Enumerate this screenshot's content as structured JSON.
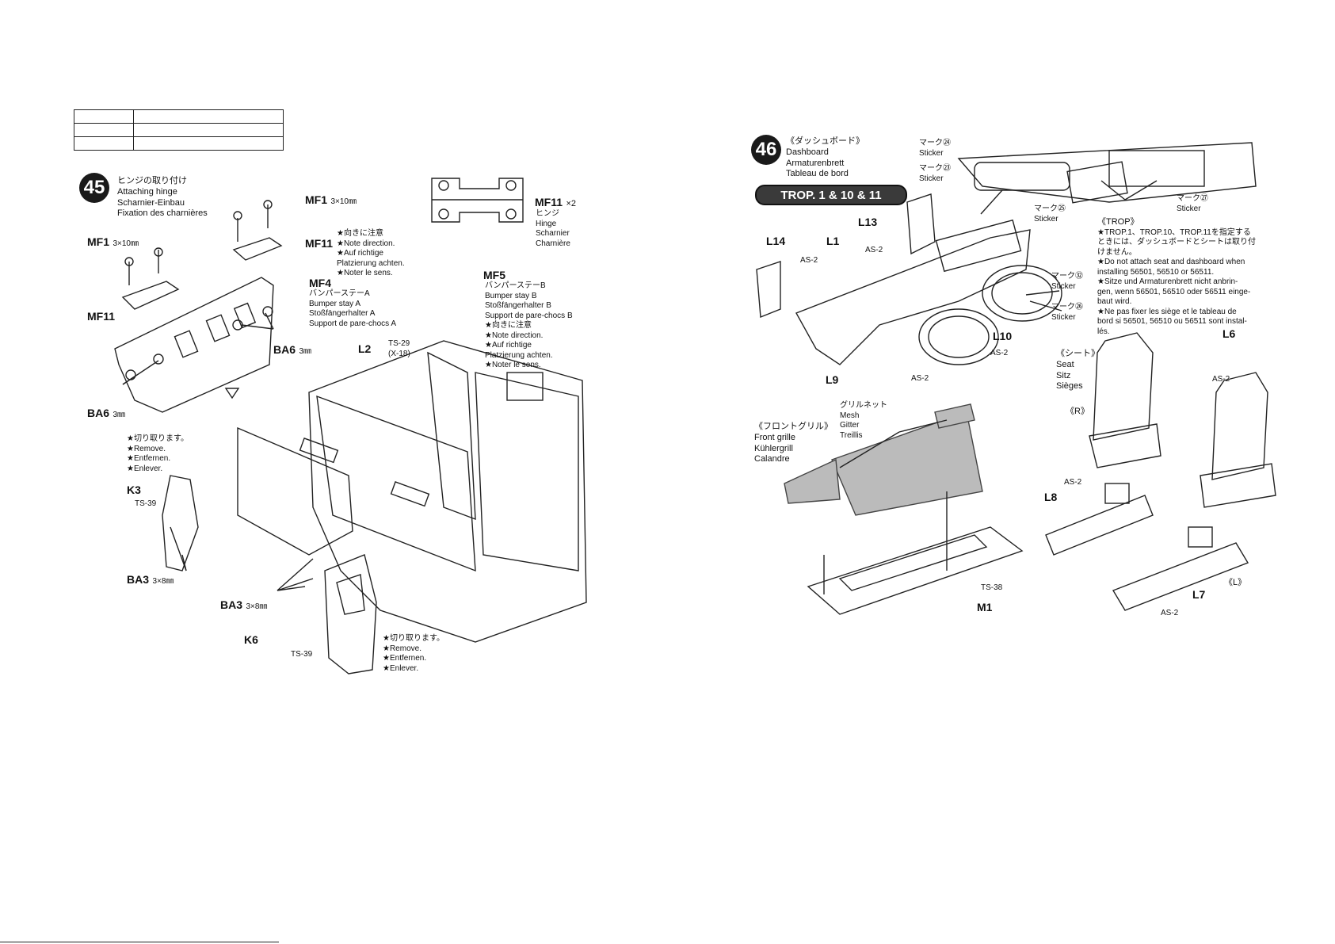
{
  "header_table": {
    "rows": 3
  },
  "step45": {
    "number": "45",
    "titles": [
      "ヒンジの取り付け",
      "Attaching hinge",
      "Scharnier-Einbau",
      "Fixation des charnières"
    ],
    "mf1_top": {
      "part": "MF1",
      "size": "3×10㎜"
    },
    "mf1_left": {
      "part": "MF1",
      "size": "3×10㎜"
    },
    "mf11_left": "MF11",
    "mf11_mid": "MF11",
    "note_direction": [
      "★向きに注意",
      "★Note direction.",
      "★Auf richtige",
      "Platzierung achten.",
      "★Noter le sens."
    ],
    "mf4": {
      "part": "MF4",
      "lines": [
        "バンパーステーA",
        "Bumper stay A",
        "Stoßfängerhalter A",
        "Support de pare-chocs A"
      ]
    },
    "ba6_right": {
      "part": "BA6",
      "size": "3㎜"
    },
    "ba6_left": {
      "part": "BA6",
      "size": "3㎜"
    },
    "mf11_box": {
      "part": "MF11",
      "qty": "×2",
      "lines": [
        "ヒンジ",
        "Hinge",
        "Scharnier",
        "Charnière"
      ]
    },
    "mf5": {
      "part": "MF5",
      "lines": [
        "バンパーステーB",
        "Bumper stay B",
        "Stoßfängerhalter B",
        "Support de pare-chocs B",
        "★向きに注意",
        "★Note direction.",
        "★Auf richtige",
        "Platzierung achten.",
        "★Noter le sens."
      ]
    },
    "l2": "L2",
    "ts29": [
      "TS-29",
      "(X-18)"
    ],
    "remove_top": [
      "★切り取ります。",
      "★Remove.",
      "★Entfernen.",
      "★Enlever."
    ],
    "k3": "K3",
    "ts39_a": "TS-39",
    "ba3_left": {
      "part": "BA3",
      "size": "3×8㎜"
    },
    "ba3_mid": {
      "part": "BA3",
      "size": "3×8㎜"
    },
    "k6": "K6",
    "ts39_b": "TS-39",
    "remove_bottom": [
      "★切り取ります。",
      "★Remove.",
      "★Entfernen.",
      "★Enlever."
    ]
  },
  "step46": {
    "number": "46",
    "titles": [
      "《ダッシュボード》",
      "Dashboard",
      "Armaturenbrett",
      "Tableau de bord"
    ],
    "trop_badge": "TROP. 1 & 10 & 11",
    "mark24": [
      "マーク㉔",
      "Sticker"
    ],
    "mark23": [
      "マーク㉓",
      "Sticker"
    ],
    "mark25": [
      "マーク㉕",
      "Sticker"
    ],
    "mark27": [
      "マーク㉗",
      "Sticker"
    ],
    "mark32": [
      "マーク㉜",
      "Sticker"
    ],
    "mark26": [
      "マーク㉖",
      "Sticker"
    ],
    "trop_note": {
      "title": "《TROP》",
      "lines": [
        "★TROP.1、TROP.10、TROP.11を指定する",
        "ときには、ダッシュボードとシートは取り付",
        "けません。",
        "★Do not attach seat and dashboard when",
        "installing 56501, 56510 or 56511.",
        "★Sitze und Armaturenbrett nicht anbrin-",
        "gen, wenn 56501, 56510 oder 56511 einge-",
        "baut wird.",
        "★Ne pas fixer les siège et le tableau de",
        "bord si 56501, 56510 ou 56511 sont instal-",
        "lés."
      ]
    },
    "l13": "L13",
    "as2_a": "AS-2",
    "l14": "L14",
    "as2_b": "AS-2",
    "l1": "L1",
    "l10": "L10",
    "as2_c": "AS-2",
    "l9": "L9",
    "as2_d": "AS-2",
    "mesh": [
      "グリルネット",
      "Mesh",
      "Gitter",
      "Treillis"
    ],
    "front_grille": [
      "《フロントグリル》",
      "Front grille",
      "Kühlergrill",
      "Calandre"
    ],
    "ts38": "TS-38",
    "m1": "M1",
    "seat": [
      "《シート》",
      "Seat",
      "Sitz",
      "Sièges"
    ],
    "r": "《R》",
    "l": "《L》",
    "l6": "L6",
    "as2_e": "AS-2",
    "as2_f": "AS-2",
    "l8": "L8",
    "l7": "L7",
    "as2_g": "AS-2"
  }
}
